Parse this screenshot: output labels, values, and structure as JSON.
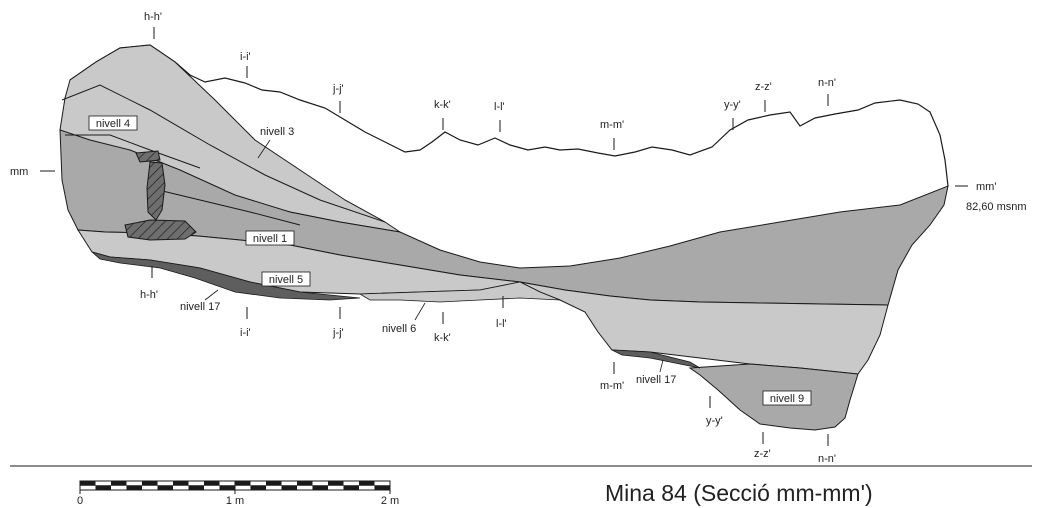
{
  "figure": {
    "title": "Mina 84 (Secció mm-mm')",
    "datum": {
      "left": "mm",
      "right": "mm'",
      "elevation": "82,60 msnm"
    },
    "levels": {
      "n4": "nivell 4",
      "n3": "nivell 3",
      "n1": "nivell 1",
      "n5": "nivell 5",
      "n17a": "nivell 17",
      "n6": "nivell 6",
      "n17b": "nivell 17",
      "n9": "nivell 9"
    },
    "top_markers": [
      "h-h'",
      "i-i'",
      "j-j'",
      "k-k'",
      "l-l'",
      "m-m'",
      "y-y'",
      "z-z'",
      "n-n'"
    ],
    "bottom_markers": [
      "h-h'",
      "i-i'",
      "j-j'",
      "k-k'",
      "l-l'",
      "m-m'",
      "y-y'",
      "z-z'",
      "n-n'"
    ],
    "scale_bar": {
      "labels": [
        "0",
        "1 m",
        "2 m"
      ]
    },
    "colors": {
      "light_fill": "#c9c9c9",
      "mid_fill": "#a9a9a9",
      "dark_fill": "#5e5e5e",
      "stroke": "#1a1a1a"
    }
  }
}
